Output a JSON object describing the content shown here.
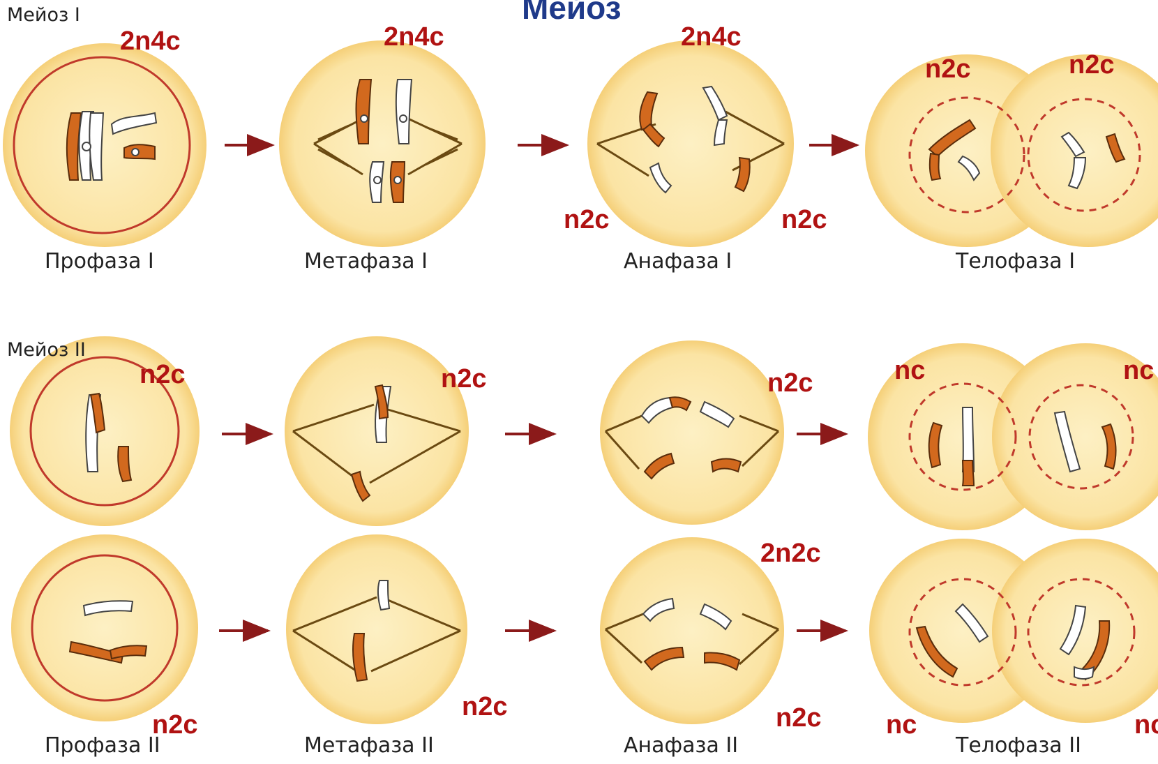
{
  "title": "Мейоз",
  "sections": {
    "meiosis1": "Мейоз I",
    "meiosis2": "Мейоз II"
  },
  "stages": {
    "prophase1": "Профаза I",
    "metaphase1": "Метафаза I",
    "anaphase1": "Анафаза I",
    "telophase1": "Телофаза I",
    "prophase2": "Профаза II",
    "metaphase2": "Метафаза II",
    "anaphase2": "Анафаза II",
    "telophase2": "Телофаза II"
  },
  "ploidy": {
    "prophase1": "2n4c",
    "metaphase1": "2n4c",
    "anaphase1_top": "2n4c",
    "anaphase1_left": "n2c",
    "anaphase1_right": "n2c",
    "telophase1_left": "n2c",
    "telophase1_right": "n2c",
    "prophase2_top": "n2c",
    "metaphase2_top": "n2c",
    "anaphase2_top": "n2c",
    "telophase2_top_left": "nc",
    "telophase2_top_right": "nc",
    "anaphase2_mid": "2n2c",
    "prophase2_bottom": "n2c",
    "metaphase2_bottom": "n2c",
    "anaphase2_bottom": "n2c",
    "telophase2_bottom_left": "nc",
    "telophase2_bottom_right": "nc"
  },
  "colors": {
    "cell_fill": "#fbe4a4",
    "cell_ring": "#f7d27c",
    "nucleus": "#c0392b",
    "chromosome_orange": "#d2691e",
    "chromosome_white": "#ffffff",
    "spindle": "#6b4a12",
    "arrow": "#8b1a1a",
    "label_red": "#b01212",
    "title_blue": "#1f3a8a"
  }
}
